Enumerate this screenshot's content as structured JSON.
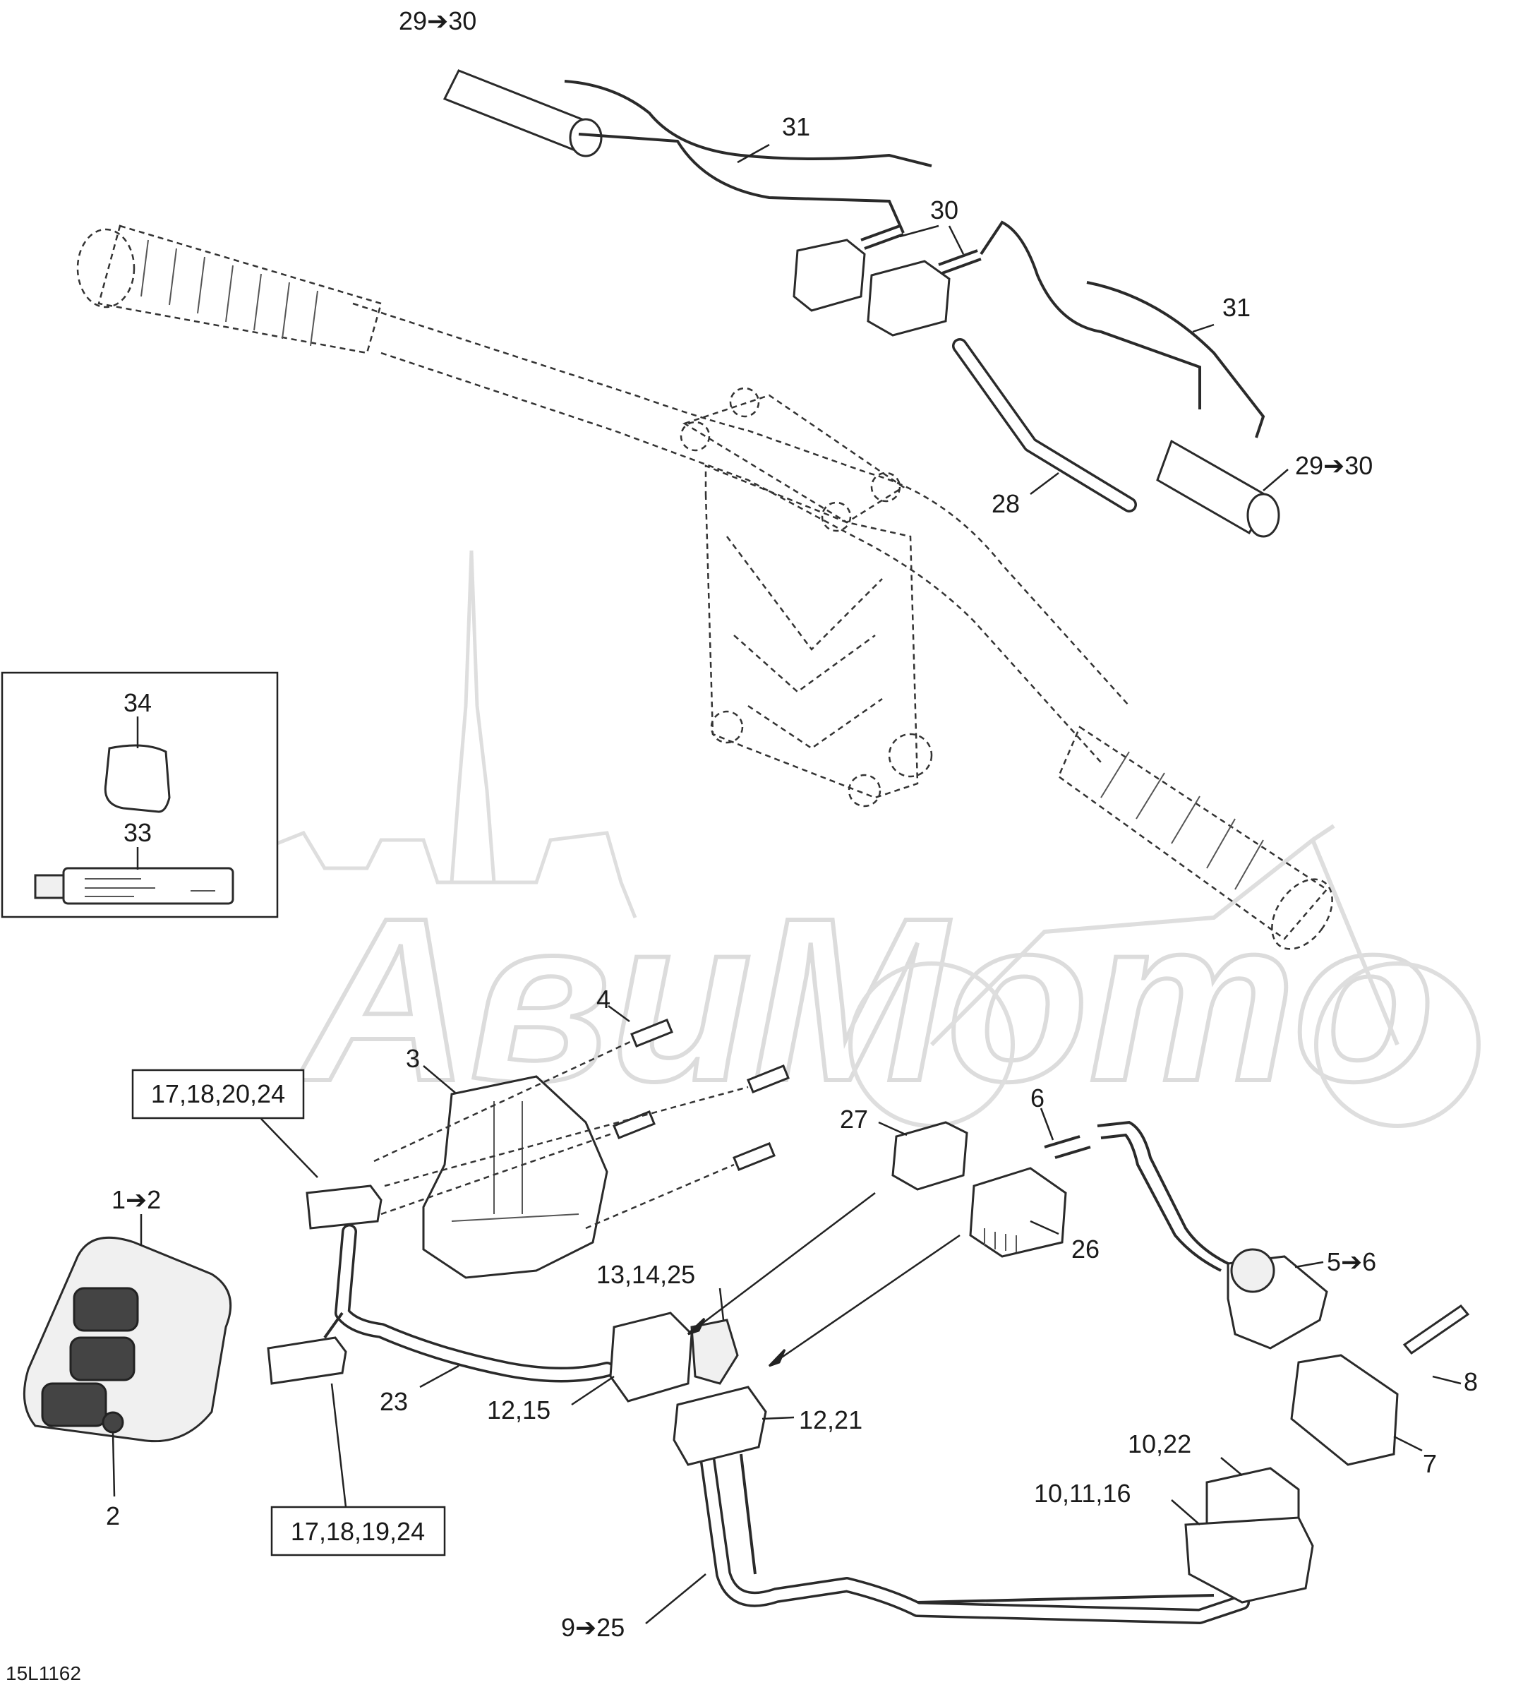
{
  "diagram_code": "15L1162",
  "watermark_text": "АвиМото",
  "callouts": {
    "c29_30_top": "29➔30",
    "c31_top": "31",
    "c30": "30",
    "c31_right": "31",
    "c29_30_right": "29➔30",
    "c28": "28",
    "c34": "34",
    "c33": "33",
    "c4": "4",
    "c3": "3",
    "c17_18_20_24": "17,18,20,24",
    "c1_2": "1➔2",
    "c2": "2",
    "c27": "27",
    "c6": "6",
    "c26": "26",
    "c5_6": "5➔6",
    "c13_14_25": "13,14,25",
    "c8": "8",
    "c23": "23",
    "c12_15": "12,15",
    "c12_21": "12,21",
    "c7": "7",
    "c17_18_19_24": "17,18,19,24",
    "c10_22": "10,22",
    "c10_11_16": "10,11,16",
    "c9_25": "9➔25"
  },
  "colors": {
    "ink": "#2a2a2a",
    "watermark": "#dcdcdc",
    "background": "#ffffff"
  }
}
